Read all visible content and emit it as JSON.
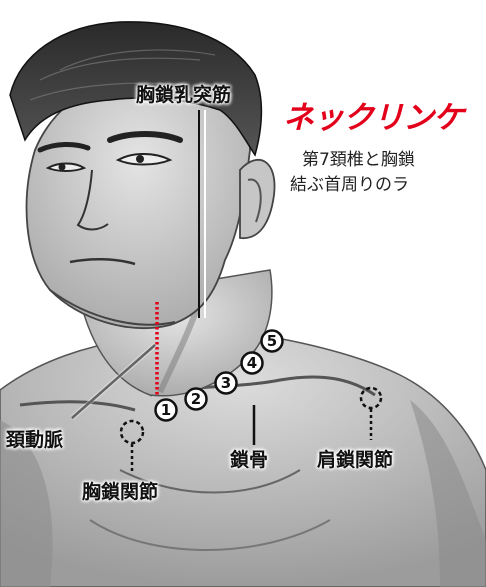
{
  "heading": "ネックリンケ",
  "description": [
    "第7頚椎と胸鎖",
    "結ぶ首周りのラ"
  ],
  "labels": {
    "scm": "胸鎖乳突筋",
    "carotid": "頚動脈",
    "sternoclavicular": "胸鎖関節",
    "clavicle": "鎖骨",
    "acromioclavicular": "肩鎖関節"
  },
  "points": [
    "1",
    "2",
    "3",
    "4",
    "5"
  ],
  "colors": {
    "accent": "#e3001b",
    "ink": "#111111",
    "skin": "#cfcfcf"
  }
}
